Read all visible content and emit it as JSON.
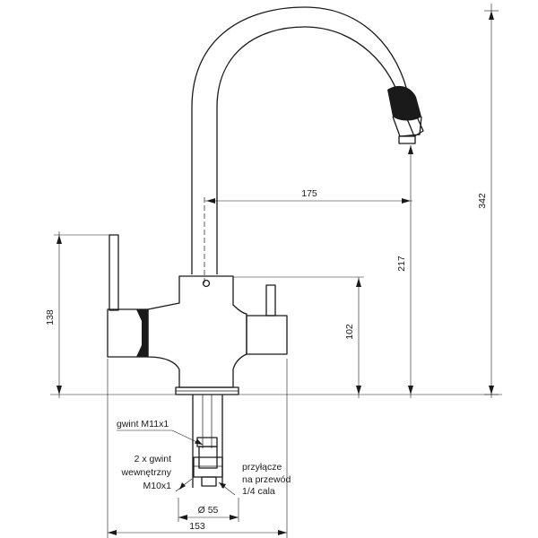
{
  "dimensions": {
    "overall_height": "342",
    "spout_height": "217",
    "spout_reach": "175",
    "lever_height": "138",
    "body_height": "102",
    "base_diameter": "Ø 55",
    "total_width": "153"
  },
  "callouts": {
    "thread_m11": "gwint M11x1",
    "inner_thread_line1": "2 x gwint",
    "inner_thread_line2": "wewnętrzny",
    "inner_thread_line3": "M10x1",
    "hose_line1": "przyłącze",
    "hose_line2": "na przewód",
    "hose_line3": "1/4 cala"
  }
}
